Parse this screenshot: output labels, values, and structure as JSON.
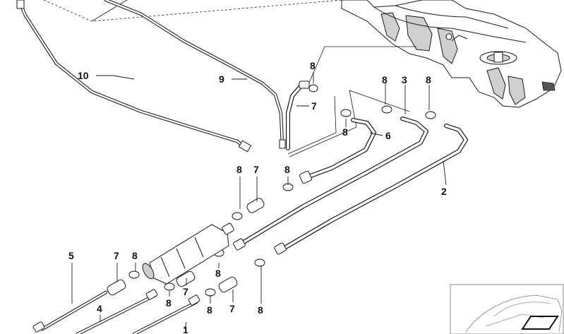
{
  "diagram": {
    "callouts": [
      "10",
      "9",
      "8",
      "7",
      "8",
      "3",
      "8",
      "8",
      "6",
      "8",
      "7",
      "8",
      "2",
      "5",
      "7",
      "8",
      "4",
      "8",
      "7",
      "8",
      "8",
      "7",
      "8",
      "1"
    ]
  }
}
